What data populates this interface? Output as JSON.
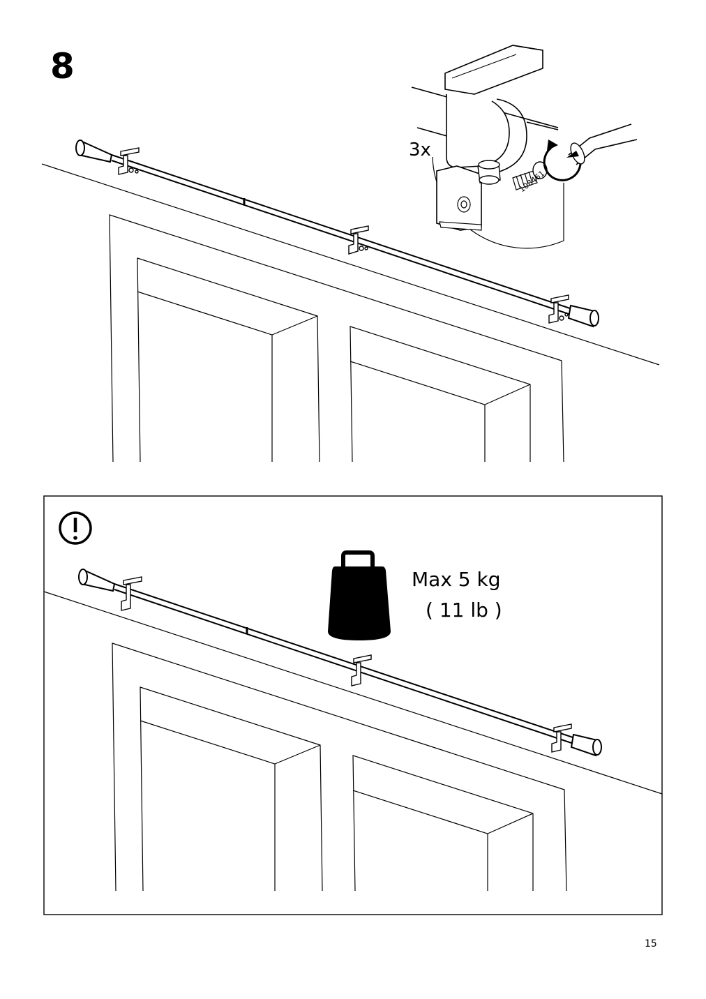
{
  "step": {
    "number": "8"
  },
  "detail": {
    "quantity": "3x",
    "part_number": "108461"
  },
  "warning": {
    "max_weight_line1": "Max 5 kg",
    "max_weight_line2": "( 11 lb )"
  },
  "page": {
    "number": "15"
  },
  "icons": {
    "warning": "exclamation-circle-icon",
    "weight": "weight-icon",
    "rotate": "clockwise-arrow-icon",
    "screwdriver": "screwdriver-icon"
  }
}
